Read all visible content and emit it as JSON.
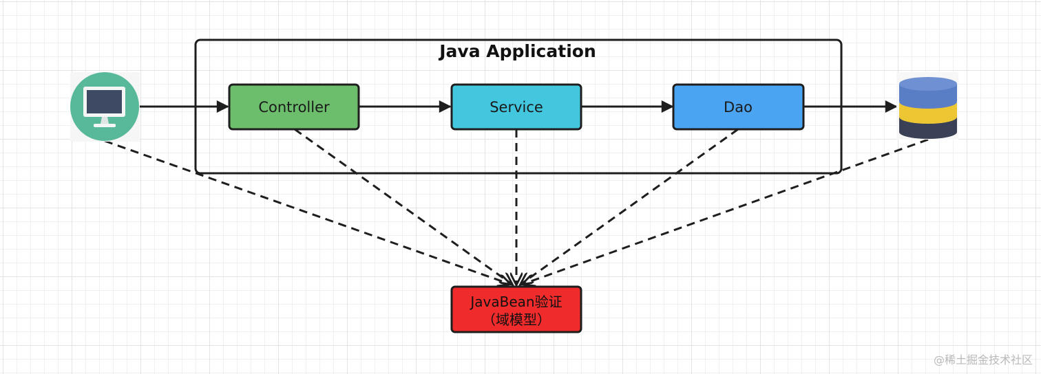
{
  "application": {
    "title": "Java Application"
  },
  "nodes": {
    "controller": {
      "label": "Controller",
      "fill": "#6cbe6c"
    },
    "service": {
      "label": "Service",
      "fill": "#43c7de"
    },
    "dao": {
      "label": "Dao",
      "fill": "#4aa4f2"
    },
    "javabean": {
      "line1": "JavaBean验证",
      "line2": "（域模型）",
      "fill": "#f02b2b"
    }
  },
  "icons": {
    "client": "computer-monitor-icon",
    "database": "database-icon"
  },
  "colors": {
    "stroke": "#1e1e1e",
    "client_circle": "#58b99a",
    "db_top": "#5a7ec5",
    "db_middle": "#ecc633",
    "db_bottom": "#3a4156"
  },
  "watermark": "@稀土掘金技术社区"
}
